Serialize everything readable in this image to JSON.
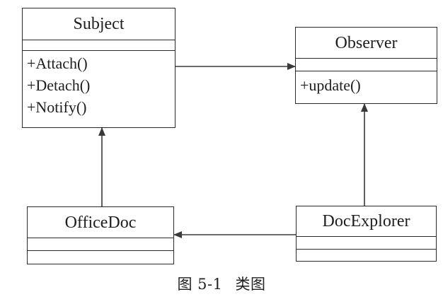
{
  "diagram": {
    "classes": {
      "subject": {
        "name": "Subject",
        "operations": [
          "+Attach()",
          "+Detach()",
          "+Notify()"
        ]
      },
      "observer": {
        "name": "Observer",
        "operations": [
          "+update()"
        ]
      },
      "officedoc": {
        "name": "OfficeDoc",
        "operations": []
      },
      "docexplorer": {
        "name": "DocExplorer",
        "operations": []
      }
    },
    "relationships": [
      {
        "from": "Subject",
        "to": "Observer",
        "kind": "association"
      },
      {
        "from": "OfficeDoc",
        "to": "Subject",
        "kind": "generalization"
      },
      {
        "from": "DocExplorer",
        "to": "Observer",
        "kind": "generalization"
      },
      {
        "from": "DocExplorer",
        "to": "OfficeDoc",
        "kind": "association"
      }
    ]
  },
  "caption": {
    "figure_number": "图 5-1",
    "title": "类图"
  },
  "colors": {
    "line": "#3a3a3a",
    "text": "#1e1e1e",
    "background": "#ffffff"
  }
}
